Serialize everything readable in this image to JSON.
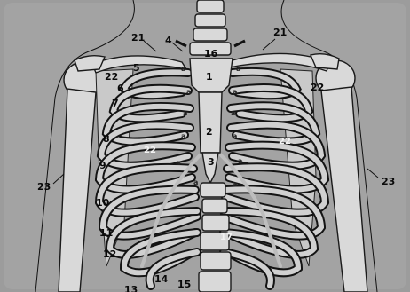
{
  "image": {
    "subject": "thoracic-cage-anatomical-illustration",
    "colors": {
      "background": "#9c9c9c",
      "bone": "#d9d9d9",
      "outline": "#1a1a1a",
      "inter_rib_shadow": "#141414"
    }
  },
  "labels": {
    "l1": "1",
    "l2": "2",
    "l3": "3",
    "l4": "4",
    "l5": "5",
    "l6": "6",
    "l7": "7",
    "l8": "8",
    "l9": "9",
    "l10": "10",
    "l11": "11",
    "l12": "12",
    "l13": "13",
    "l14": "14",
    "l15": "15",
    "l16": "16",
    "l17": "17",
    "l21_left": "21",
    "l21_right": "21",
    "l22_left_upper": "22",
    "l22_left_mid": "22",
    "l22_right_upper": "22",
    "l22_right_mid": "22",
    "l23_left": "23",
    "l23_right": "23",
    "cartilage_marker": "a"
  }
}
